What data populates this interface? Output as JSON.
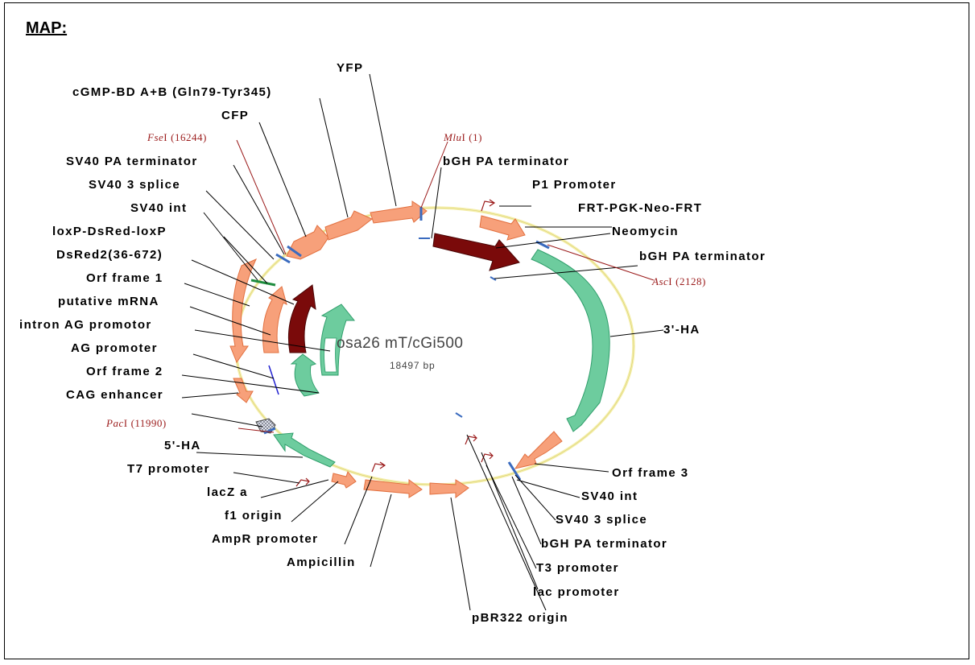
{
  "title": "MAP:",
  "plasmid": {
    "name": "osa26 mT/cGi500",
    "size": "18497 bp"
  },
  "colors": {
    "orange": "#f7a07a",
    "orange_edge": "#e2703f",
    "green": "#6dcc9e",
    "green_edge": "#2f9e6b",
    "darkred": "#7a0a0a",
    "backbone": "#f4eeaa",
    "marker": "#3a6bbf",
    "site": "#9b1b1b"
  },
  "labels": {
    "yfp": "YFP",
    "cgmp": "cGMP-BD A+B (Gln79-Tyr345)",
    "cfp": "CFP",
    "sv40pa": "SV40 PA terminator",
    "sv40_3splice_l": "SV40 3 splice",
    "sv40int_l": "SV40 int",
    "loxp": "loxP-DsRed-loxP",
    "dsred": "DsRed2(36-672)",
    "orf1": "Orf frame 1",
    "mrna": "putative mRNA",
    "intron": "intron AG promotor",
    "ag": "AG promoter",
    "orf2": "Orf frame 2",
    "cag": "CAG enhancer",
    "ha5": "5'-HA",
    "t7": "T7 promoter",
    "lacz": "lacZ a",
    "f1": "f1 origin",
    "ampr": "AmpR promoter",
    "amp": "Ampicillin",
    "pbr": "pBR322 origin",
    "bgh_top": "bGH PA terminator",
    "p1": "P1 Promoter",
    "frt": "FRT-PGK-Neo-FRT",
    "neo": "Neomycin",
    "bgh_right": "bGH PA terminator",
    "ha3": "3'-HA",
    "orf3": "Orf frame 3",
    "sv40int_r": "SV40 int",
    "sv40_3splice_r": "SV40 3 splice",
    "bgh_bottom": "bGH PA terminator",
    "t3": "T3 promoter",
    "lac": "lac promoter"
  },
  "sites": {
    "fse": {
      "enzyme": "Fse",
      "roman": "I",
      "pos": "(16244)"
    },
    "mlu": {
      "enzyme": "Mlu",
      "roman": "I",
      "pos": "(1)"
    },
    "asc": {
      "enzyme": "Asc",
      "roman": "I",
      "pos": "(2128)"
    },
    "pac": {
      "enzyme": "Pac",
      "roman": "I",
      "pos": "(11990)"
    }
  }
}
